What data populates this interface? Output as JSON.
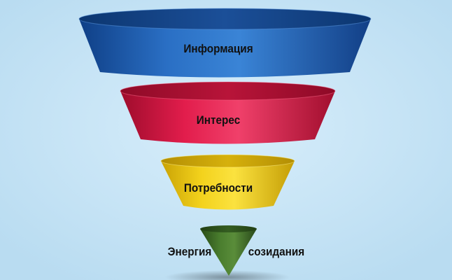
{
  "diagram": {
    "type": "funnel",
    "levels": [
      {
        "label": "Информация",
        "color": "#1d5fb4"
      },
      {
        "label": "Интерес",
        "color": "#dd1846"
      },
      {
        "label": "Потребности",
        "color": "#f0ce16"
      },
      {
        "label": "Энергия созидания",
        "label_left": "Энергия",
        "label_right": "созидания",
        "color": "#3d6f27"
      }
    ]
  },
  "colors": {
    "background": "#c6e4f6",
    "blue": "#1d5fb4",
    "red": "#dd1846",
    "yellow": "#f0ce16",
    "green": "#3d6f27"
  }
}
